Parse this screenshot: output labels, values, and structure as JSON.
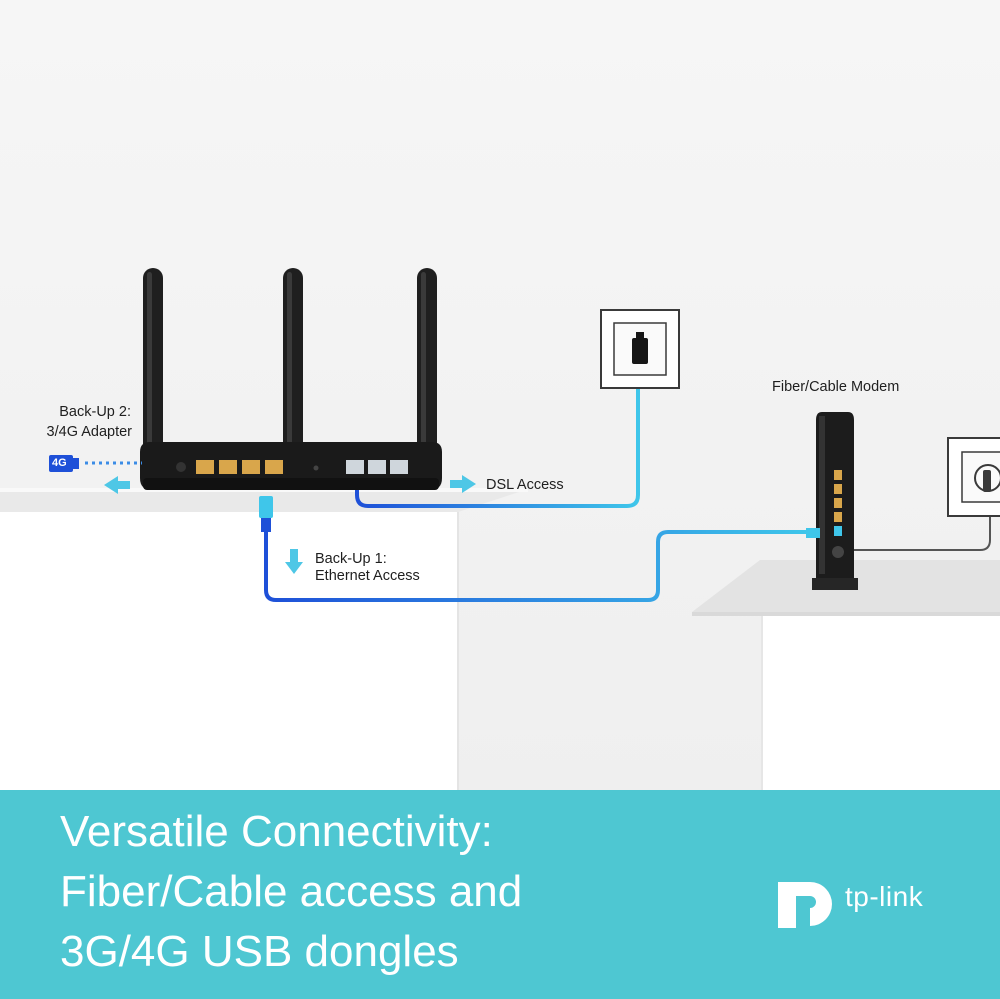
{
  "labels": {
    "backup2_line1": "Back-Up 2:",
    "backup2_line2": "3/4G Adapter",
    "usb_badge": "4G",
    "dsl_access": "DSL Access",
    "backup1_line1": "Back-Up 1:",
    "backup1_line2": "Ethernet Access",
    "modem": "Fiber/Cable Modem"
  },
  "headline": {
    "line1": "Versatile Connectivity:",
    "line2": "Fiber/Cable access and",
    "line3": "3G/4G USB dongles"
  },
  "brand": {
    "name": "tp-link"
  },
  "colors": {
    "banner": "#4ec7d2",
    "cable_dark_blue": "#1e50d8",
    "cable_light_blue": "#3fc6ea",
    "arrow": "#4ec7e6",
    "device": "#1c1c1c",
    "port": "#d9a64b"
  },
  "icons": [
    "usb-dongle-icon",
    "arrow-left-icon",
    "arrow-right-icon",
    "arrow-down-icon",
    "ethernet-plug-icon",
    "phone-wall-socket-icon",
    "power-wall-socket-icon",
    "tp-link-logo-icon"
  ]
}
